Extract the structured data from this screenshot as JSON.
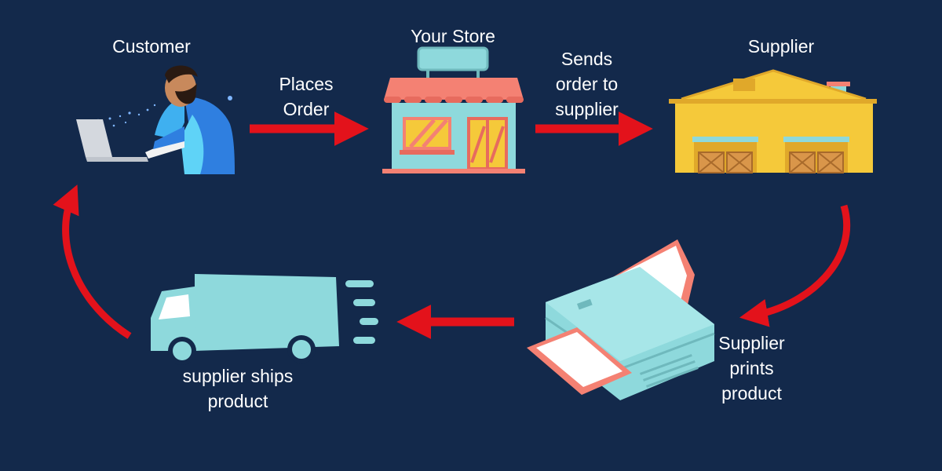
{
  "colors": {
    "background": "#13294b",
    "arrow": "#e3121b",
    "teal": "#8ed9dc",
    "salmon": "#f48173",
    "warehouse_yellow": "#f5c93a",
    "text": "#ffffff"
  },
  "nodes": {
    "customer": {
      "label": "Customer",
      "icon": "customer-at-laptop-icon"
    },
    "store": {
      "label": "Your Store",
      "icon": "storefront-icon"
    },
    "supplier": {
      "label": "Supplier",
      "icon": "warehouse-icon"
    },
    "printer": {
      "label": "Supplier\nprints\nproduct",
      "icon": "printer-icon"
    },
    "truck": {
      "label": "supplier ships\nproduct",
      "icon": "delivery-truck-icon"
    }
  },
  "edges": {
    "places_order": {
      "label": "Places\nOrder"
    },
    "sends_order": {
      "label": "Sends\norder to\nsupplier"
    }
  }
}
